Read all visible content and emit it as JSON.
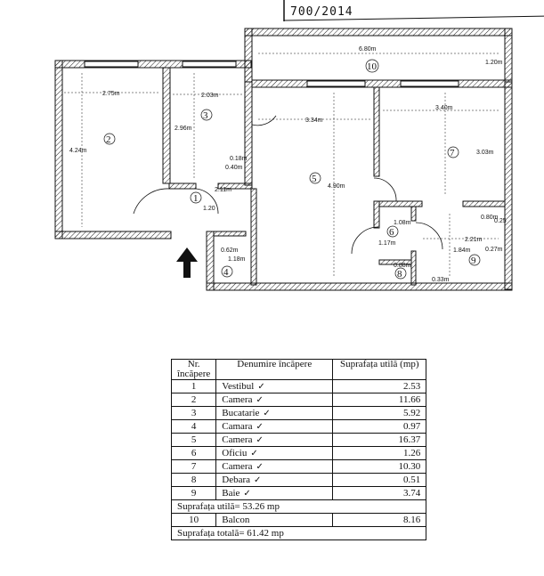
{
  "stamp": {
    "text": "700/2014"
  },
  "plan": {
    "rooms": [
      {
        "n": "1"
      },
      {
        "n": "2"
      },
      {
        "n": "3"
      },
      {
        "n": "4"
      },
      {
        "n": "5"
      },
      {
        "n": "6"
      },
      {
        "n": "7"
      },
      {
        "n": "8"
      },
      {
        "n": "9"
      },
      {
        "n": "10"
      }
    ],
    "dims": {
      "d680": "6.80m",
      "d120a": "1.20m",
      "d275": "2.75m",
      "d203": "2.03m",
      "d334": "3.34m",
      "d340": "3.40m",
      "d424": "4.24m",
      "d296": "2.96m",
      "d018": "0.18m",
      "d040": "0.40m",
      "d211": "2.11m",
      "d120b": "1.20",
      "d490": "4.90m",
      "d303": "3.03m",
      "d108": "1.08m",
      "d117": "1.17m",
      "d221": "2.21m",
      "d184": "1.84m",
      "d027": "0.27m",
      "d062": "0.62m",
      "d118": "1.18m",
      "d088": "0.88m",
      "d033": "0.33m",
      "d080": "0.80m",
      "d025": "0.25"
    }
  },
  "table": {
    "headers": {
      "nr": "Nr. încăpere",
      "name": "Denumire încăpere",
      "area": "Suprafața utilă (mp)"
    },
    "rows": [
      {
        "nr": "1",
        "name": "Vestibul",
        "area": "2.53"
      },
      {
        "nr": "2",
        "name": "Camera",
        "area": "11.66"
      },
      {
        "nr": "3",
        "name": "Bucatarie",
        "area": "5.92"
      },
      {
        "nr": "4",
        "name": "Camara",
        "area": "0.97"
      },
      {
        "nr": "5",
        "name": "Camera",
        "area": "16.37"
      },
      {
        "nr": "6",
        "name": "Oficiu",
        "area": "1.26"
      },
      {
        "nr": "7",
        "name": "Camera",
        "area": "10.30"
      },
      {
        "nr": "8",
        "name": "Debara",
        "area": "0.51"
      },
      {
        "nr": "9",
        "name": "Baie",
        "area": "3.74"
      }
    ],
    "useful_total": "Suprafața utilă= 53.26 mp",
    "balcony": {
      "nr": "10",
      "name": "Balcon",
      "area": "8.16"
    },
    "grand_total": "Suprafața totală= 61.42 mp"
  }
}
